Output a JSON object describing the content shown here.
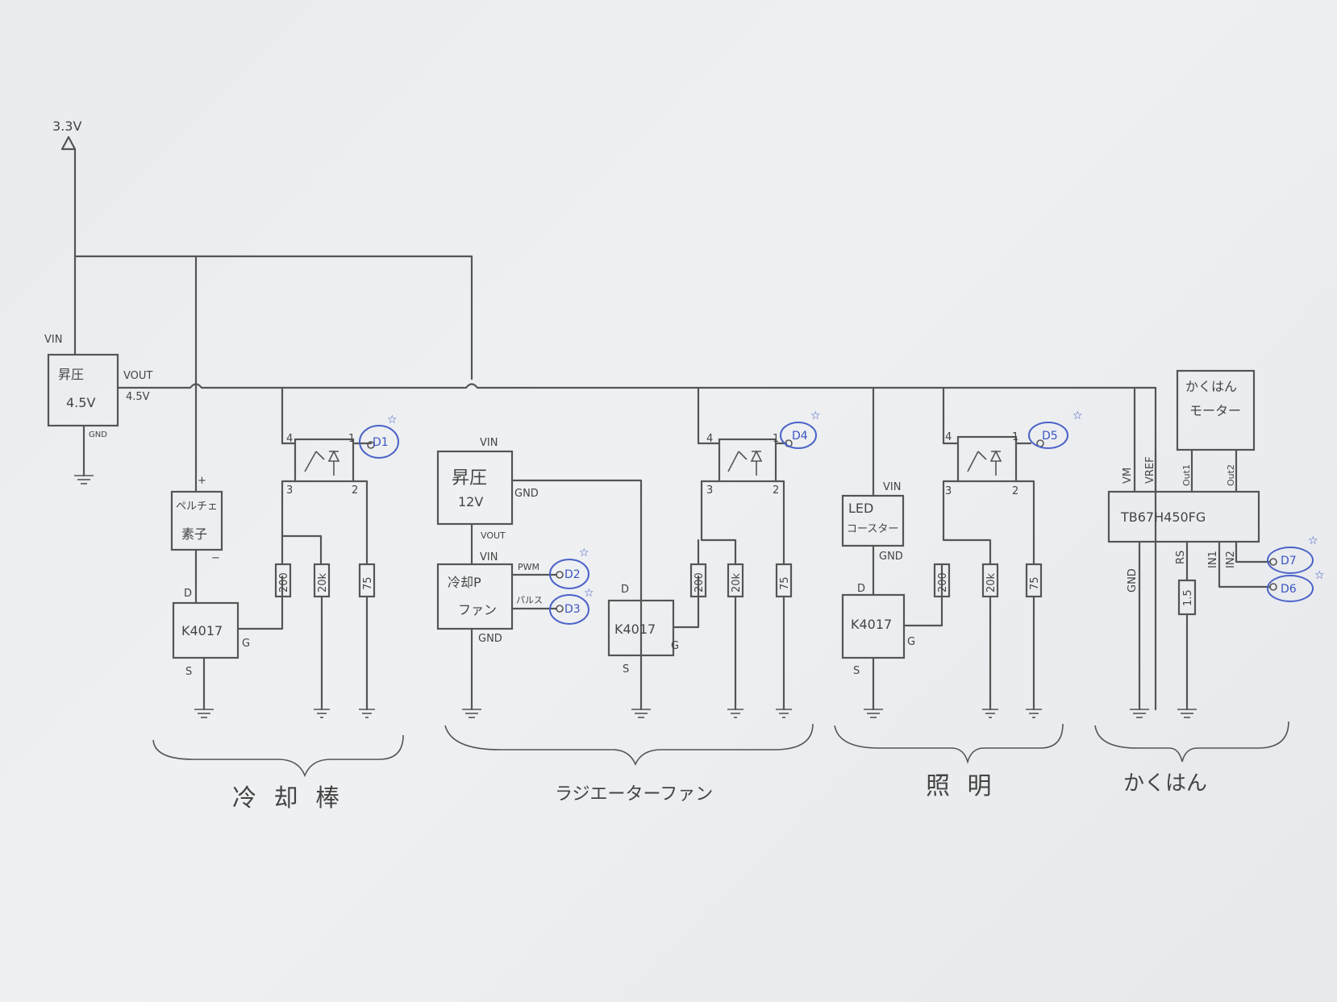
{
  "supply": {
    "label": "3.3V"
  },
  "boost_main": {
    "name": "昇圧",
    "voltage": "4.5V",
    "vin": "VIN",
    "vout": "VOUT",
    "vout_value": "4.5V",
    "gnd": "GND"
  },
  "cooling_rod": {
    "section_label": "冷 却 棒",
    "peltier": {
      "line1": "ペルチェ",
      "line2": "素子",
      "plus": "+",
      "minus": "−"
    },
    "mosfet": {
      "name": "K4017",
      "d": "D",
      "g": "G",
      "s": "S"
    },
    "photocoupler": {
      "pin1": "1",
      "pin2": "2",
      "pin3": "3",
      "pin4": "4"
    },
    "resistors": [
      "200",
      "20k",
      "75"
    ],
    "pin_label": "D1"
  },
  "radiator_fan": {
    "section_label": "ラジエーターファン",
    "boost": {
      "name": "昇圧",
      "voltage": "12V",
      "vin": "VIN",
      "vout": "VOUT",
      "gnd": "GND"
    },
    "fan": {
      "line1": "冷却P",
      "line2": "ファン",
      "vin": "VIN",
      "gnd": "GND",
      "pwm": "PWM",
      "pulse": "パルス"
    },
    "pwm_pin": "D2",
    "pulse_pin": "D3",
    "mosfet": {
      "name": "K4017",
      "d": "D",
      "g": "G",
      "s": "S"
    },
    "photocoupler": {
      "pin1": "1",
      "pin2": "2",
      "pin3": "3",
      "pin4": "4"
    },
    "resistors": [
      "200",
      "20k",
      "75"
    ],
    "pin_label": "D4"
  },
  "lighting": {
    "section_label": "照 明",
    "led": {
      "line1": "LED",
      "line2": "コースター",
      "vin": "VIN",
      "gnd": "GND"
    },
    "mosfet": {
      "name": "K4017",
      "d": "D",
      "g": "G",
      "s": "S"
    },
    "photocoupler": {
      "pin1": "1",
      "pin2": "2",
      "pin3": "3",
      "pin4": "4"
    },
    "resistors": [
      "200",
      "20k",
      "75"
    ],
    "pin_label": "D5"
  },
  "stirring": {
    "section_label": "かくはん",
    "motor": {
      "line1": "かくはん",
      "line2": "モーター"
    },
    "driver": {
      "name": "TB67H450FG",
      "vm": "VM",
      "vref": "VREF",
      "out1": "Out1",
      "out2": "Out2",
      "gnd": "GND",
      "rs": "RS",
      "in1": "IN1",
      "in2": "IN2"
    },
    "rs_resistor": "1.5",
    "in2_pin": "D7",
    "in1_pin": "D6"
  },
  "colors": {
    "ink": "#555555",
    "pen_blue": "#3b55c4",
    "paper": "#eceef0"
  }
}
